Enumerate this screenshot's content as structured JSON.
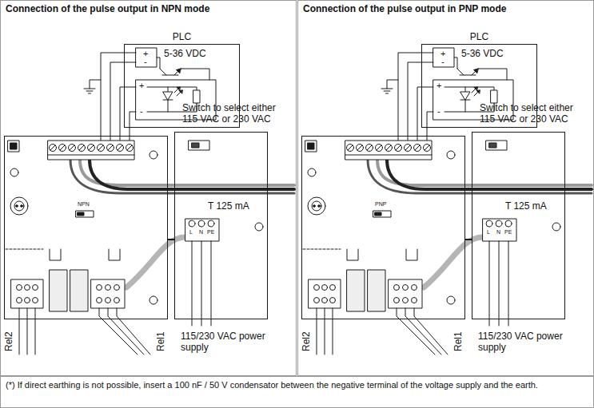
{
  "diagram": {
    "nodes": [
      {
        "text": [
          "Connection of the pulse output in NPN mode"
        ]
      },
      {
        "text": [
          "PLC",
          "5-36 VDC"
        ],
        "in": 0
      },
      {
        "text": [
          "NPN"
        ],
        "in": 0
      },
      {
        "text": [
          "T 125 mA"
        ],
        "in": 0
      },
      {
        "text": [
          "Connection of the pulse output in PNP mode"
        ]
      },
      {
        "text": [
          "PLC",
          "5-36 VDC"
        ],
        "in": 4
      },
      {
        "text": [
          "PNP"
        ],
        "in": 4
      },
      {
        "text": [
          "T 125 mA"
        ],
        "in": 4
      },
      {
        "text": [
          "(*) If direct earthing is not possible, insert a 100 nF / 50 V condensator between the negative terminal of the voltage supply and the earth."
        ]
      }
    ],
    "edges": [
      {
        "from": 1,
        "to": 2,
        "arrow": "none"
      },
      {
        "from": 2,
        "to": 3,
        "arrow": "none"
      },
      {
        "from": 5,
        "to": 6,
        "arrow": "none"
      },
      {
        "from": 6,
        "to": 7,
        "arrow": "none"
      }
    ],
    "labels": [
      "+",
      "-",
      "+",
      "-",
      "Switch to select either 115 VAC or 230 VAC",
      "L",
      "N",
      "PE",
      "Rel2",
      "Rel1",
      "115/230 VAC power supply",
      "+",
      "-",
      "+",
      "-",
      "Switch to select either 115 VAC or 230 VAC",
      "L",
      "N",
      "PE",
      "Rel2",
      "Rel1",
      "115/230 VAC power supply"
    ]
  }
}
